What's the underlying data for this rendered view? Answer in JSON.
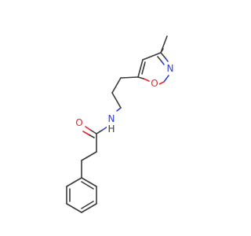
{
  "atoms": {
    "carbonyl_oxygen": "O",
    "amide_nitrogen": "N",
    "amide_hydrogen": "H",
    "isoxazole_oxygen": "O",
    "isoxazole_nitrogen": "N"
  },
  "colors": {
    "bond": "#3a3a3a",
    "oxygen": "#e8262b",
    "nitrogen": "#2f3fd6",
    "background": "#ffffff"
  }
}
